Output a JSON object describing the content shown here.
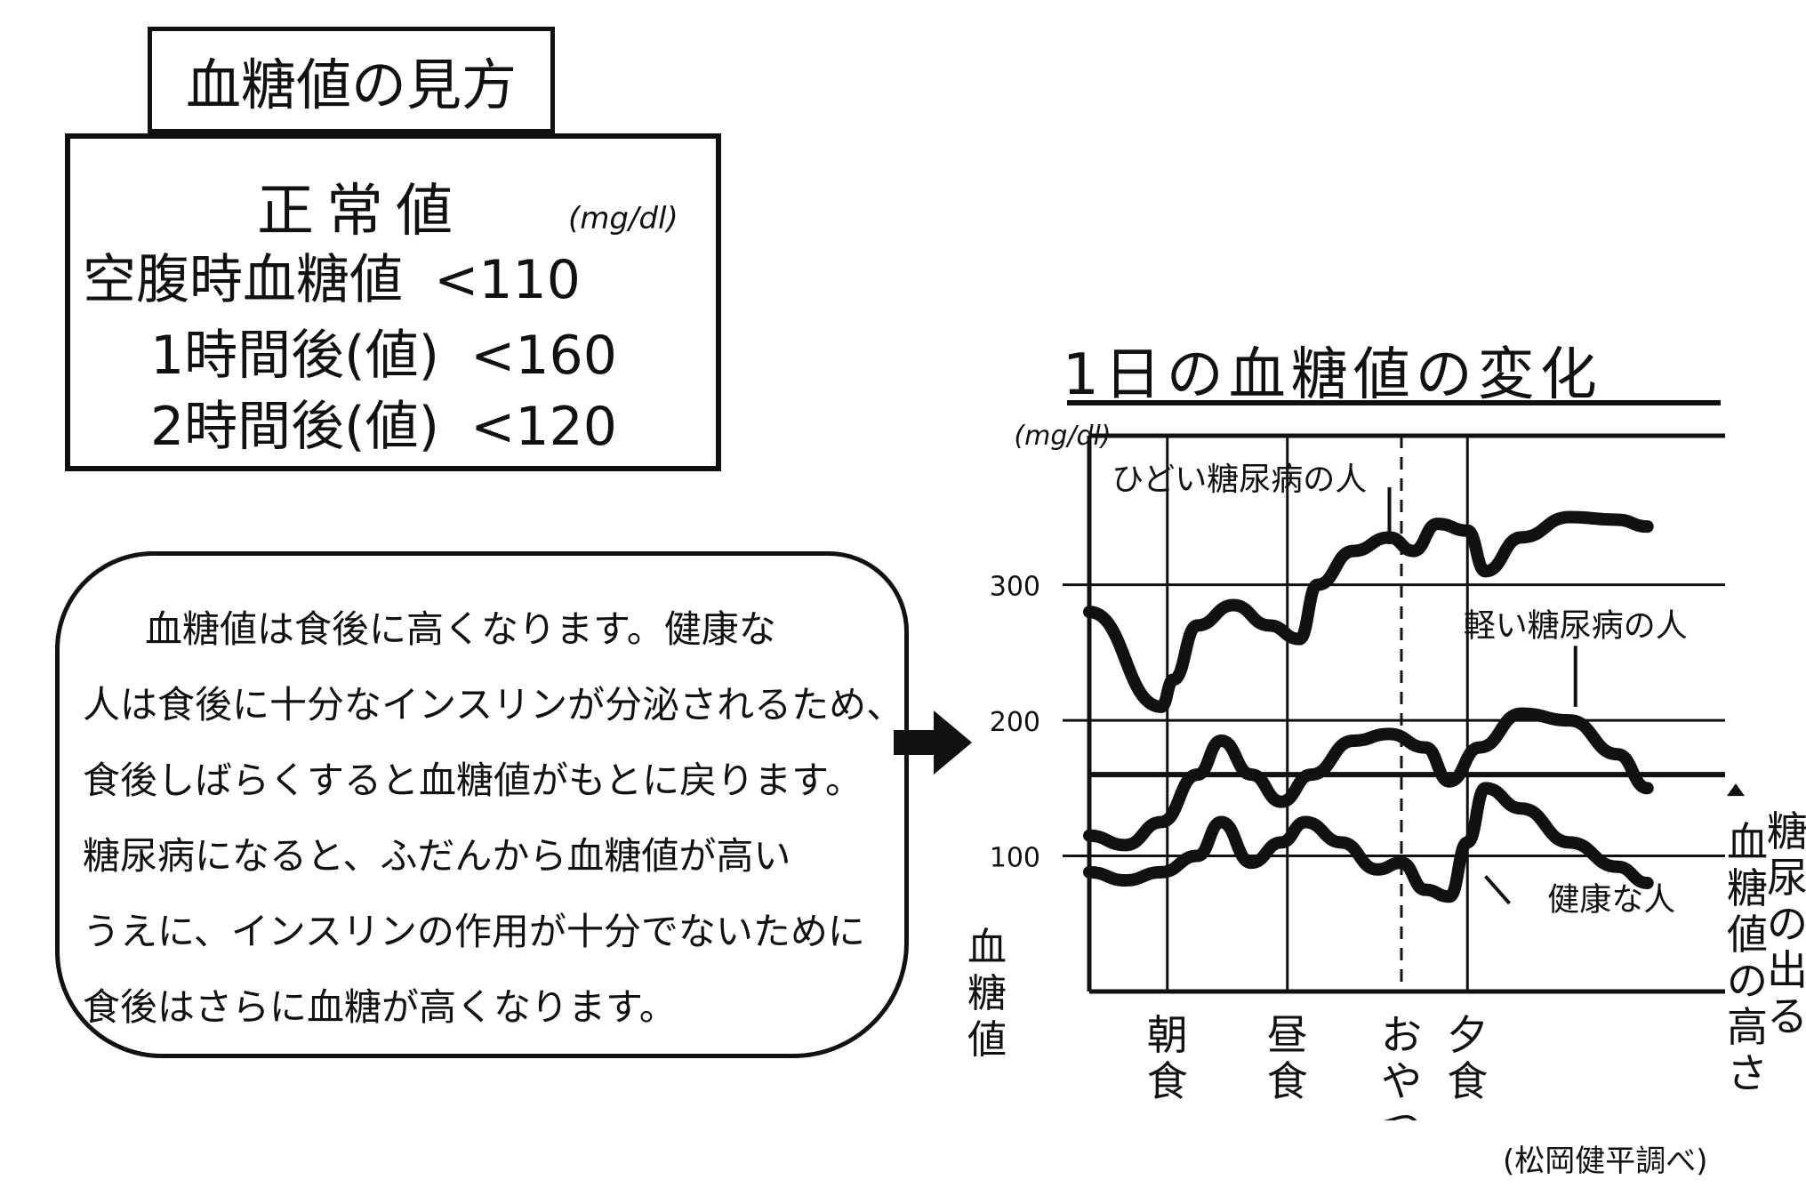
{
  "legend_box": {
    "title": "血糖値の見方",
    "heading": "正常値",
    "unit": "(mg/dl)",
    "rows": [
      {
        "label": "空腹時血糖値",
        "value": "<110"
      },
      {
        "label": "1時間後(値)",
        "value": "<160"
      },
      {
        "label": "2時間後(値)",
        "value": "<120"
      }
    ]
  },
  "explanation": {
    "lines": [
      "血糖値は食後に高くなります。健康な",
      "人は食後に十分なインスリンが分泌されるため、",
      "食後しばらくすると血糖値がもとに戻ります。",
      "糖尿病になると、ふだんから血糖値が高い",
      "うえに、インスリンの作用が十分でないために",
      "食後はさらに血糖が高くなります。"
    ]
  },
  "credit": "(松岡健平調べ)",
  "chart_data": {
    "type": "line",
    "title": "1日の血糖値の変化",
    "ylabel": "血糖値",
    "unit_label": "(mg/dl)",
    "y_ticks": [
      100,
      200,
      300
    ],
    "ylim": [
      0,
      410
    ],
    "xlim": [
      0,
      10
    ],
    "x_markers": [
      {
        "label": "朝食",
        "x": 1.3
      },
      {
        "label": "昼食",
        "x": 3.3
      },
      {
        "label": "おやつ",
        "x": 5.2
      },
      {
        "label": "夕食",
        "x": 6.3
      }
    ],
    "dashed_marker_x": 5.2,
    "threshold": {
      "value": 160,
      "label": "糖尿の出る血糖値の高さ"
    },
    "grid": true,
    "series": [
      {
        "name": "ひどい糖尿病の人",
        "x": [
          0,
          1.2,
          1.4,
          1.8,
          2.4,
          3.0,
          3.5,
          3.8,
          4.4,
          5.0,
          5.4,
          5.8,
          6.3,
          6.6,
          7.2,
          8.0,
          8.8,
          9.3
        ],
        "y": [
          280,
          210,
          230,
          270,
          285,
          270,
          260,
          300,
          325,
          335,
          325,
          345,
          340,
          310,
          335,
          350,
          348,
          343
        ]
      },
      {
        "name": "軽い糖尿病の人",
        "x": [
          0,
          0.6,
          1.2,
          1.8,
          2.2,
          2.7,
          3.2,
          3.7,
          4.4,
          5.0,
          5.6,
          6.0,
          6.5,
          7.2,
          8.0,
          8.8,
          9.3
        ],
        "y": [
          115,
          108,
          125,
          160,
          185,
          160,
          140,
          160,
          185,
          190,
          180,
          155,
          180,
          205,
          200,
          175,
          150
        ]
      },
      {
        "name": "健康な人",
        "x": [
          0,
          0.6,
          1.2,
          1.8,
          2.2,
          2.7,
          3.2,
          3.6,
          4.2,
          4.8,
          5.2,
          5.6,
          6.0,
          6.3,
          6.6,
          7.2,
          8.0,
          8.8,
          9.3
        ],
        "y": [
          88,
          82,
          88,
          100,
          125,
          95,
          110,
          125,
          110,
          90,
          95,
          75,
          70,
          110,
          150,
          135,
          110,
          92,
          80
        ]
      }
    ]
  }
}
